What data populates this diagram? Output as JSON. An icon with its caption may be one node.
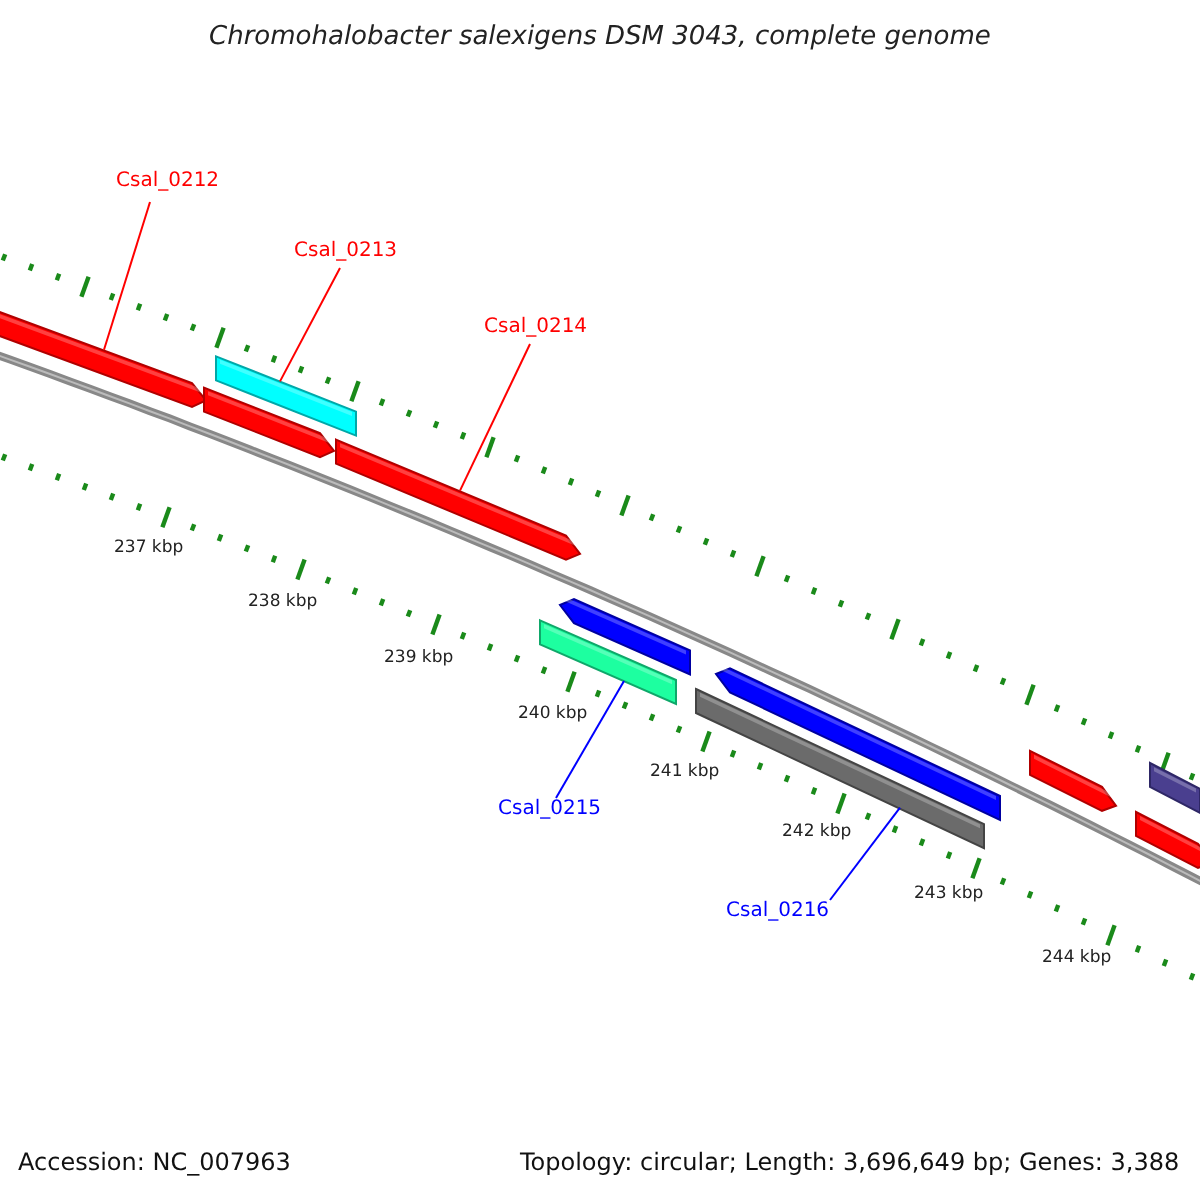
{
  "diagram": {
    "title": "Chromohalobacter salexigens DSM 3043, complete genome",
    "nodes": [
      {
        "text": [
          "Csal_0212"
        ]
      },
      {
        "text": [],
        "shape": "arrow"
      },
      {
        "text": [
          "Csal_0213"
        ]
      },
      {
        "text": [],
        "shape": "bar"
      },
      {
        "text": [
          "Csal_0214"
        ]
      },
      {
        "text": [],
        "shape": "arrow"
      },
      {
        "text": [
          "Csal_0215"
        ]
      },
      {
        "text": [],
        "shape": "bar"
      },
      {
        "text": [
          "Csal_0216"
        ]
      },
      {
        "text": [],
        "shape": "bar"
      },
      {
        "text": [],
        "shape": "arrow"
      },
      {
        "text": [],
        "shape": "arrow"
      },
      {
        "text": [],
        "shape": "arrow"
      },
      {
        "text": [],
        "shape": "arrow"
      },
      {
        "text": [],
        "shape": "bar"
      },
      {
        "text": [],
        "shape": "arrow"
      }
    ],
    "edges": [
      {
        "from": 0,
        "to": 1,
        "arrow": "none"
      },
      {
        "from": 2,
        "to": 3,
        "arrow": "none"
      },
      {
        "from": 4,
        "to": 5,
        "arrow": "none"
      },
      {
        "from": 6,
        "to": 7,
        "arrow": "none",
        "color": "#0000ff"
      },
      {
        "from": 8,
        "to": 9,
        "arrow": "none",
        "color": "#0000ff"
      }
    ],
    "labels": [
      "237 kbp",
      "238 kbp",
      "239 kbp",
      "240 kbp",
      "241 kbp",
      "242 kbp",
      "243 kbp",
      "244 kbp",
      "Accession: NC_007963",
      "Topology: circular; Length: 3,696,649 bp; Genes: 3,388"
    ]
  }
}
